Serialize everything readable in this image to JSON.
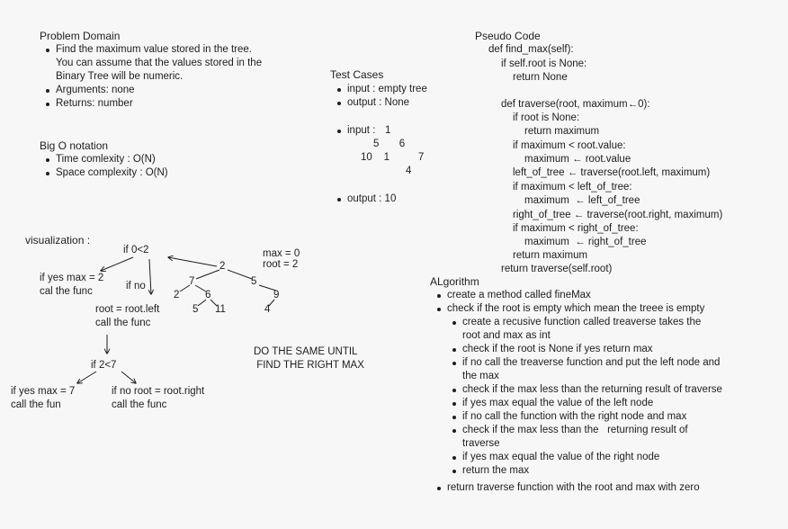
{
  "problem_domain": {
    "title": "Problem Domain",
    "bullets": [
      [
        "Find the maximum value stored in the tree.",
        "You can assume that the values stored in the",
        "Binary Tree will be numeric."
      ],
      [
        "Arguments: none"
      ],
      [
        "Returns: number"
      ]
    ]
  },
  "big_o": {
    "title": "Big O notation",
    "items": [
      "Time comlexity : O(N)",
      "Space complexity : O(N)"
    ]
  },
  "test_cases": {
    "title": "Test Cases",
    "case1": [
      "input : empty tree",
      "output : None"
    ],
    "input2_label": "input :",
    "tree_lines": [
      "1",
      "5       6",
      "10    1          7",
      "4"
    ],
    "output2": "output : 10"
  },
  "pseudo_code": {
    "title": "Pseudo Code",
    "lines": [
      "def find_max(self):",
      "if self.root is None:",
      "return None",
      "",
      "def traverse(root, maximum←0):",
      "if root is None:",
      "return maximum",
      "if maximum < root.value:",
      "maximum ← root.value",
      "left_of_tree ← traverse(root.left, maximum)",
      "if maximum < left_of_tree:",
      "maximum  ← left_of_tree",
      "right_of_tree ← traverse(root.right, maximum)",
      "if maximum < right_of_tree:",
      "maximum  ← right_of_tree",
      "return maximum",
      "return traverse(self.root)"
    ]
  },
  "algorithm": {
    "title": "ALgorithm",
    "l1": [
      "create a method called fineMax",
      "check if the root is empty which mean the treee is empty"
    ],
    "l2": [
      [
        "create a recusive function called treaverse  takes the",
        "root and max as int"
      ],
      [
        "check if the root is None if yes return max"
      ],
      [
        "if no call the treaverse function and put the left node and",
        "the max"
      ],
      [
        "check if the max less than the returning result of traverse"
      ],
      [
        "if yes max equal the value of the left node"
      ],
      [
        "if no call the function with the right node and max"
      ],
      [
        "check if the max less than the   returning result of",
        "traverse"
      ],
      [
        "if yes max equal the value of the right node"
      ],
      [
        "return the max"
      ]
    ],
    "l1_last": "return traverse function with the root and max with zero"
  },
  "visualization": {
    "title": "visualization :",
    "cond1": "if 0<2",
    "yes1": [
      "if yes max = 2",
      "cal the func"
    ],
    "no1": "if no",
    "left1": [
      "root = root.left",
      "call the func"
    ],
    "cond2": "if 2<7",
    "yes2": [
      "if yes max = 7",
      "call the fun"
    ],
    "no2": [
      "if no root = root.right",
      "call the func"
    ],
    "state": [
      "max =  0",
      "root = 2"
    ],
    "note": [
      "DO THE SAME UNTIL",
      " FIND THE RIGHT MAX"
    ],
    "nodes": [
      "2",
      "7",
      "5",
      "2",
      "6",
      "9",
      "5",
      "11",
      "4"
    ]
  }
}
